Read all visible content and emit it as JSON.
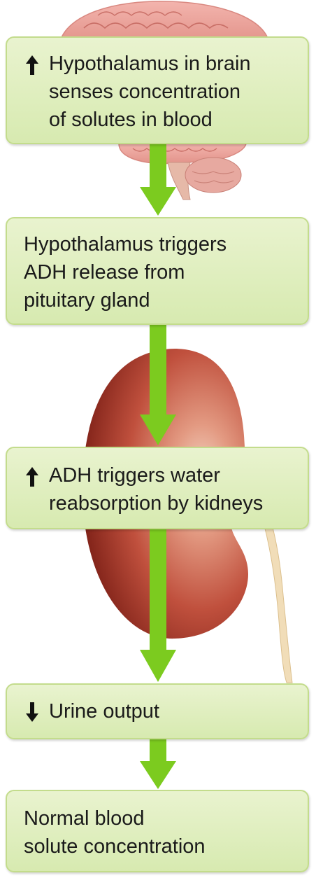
{
  "steps": [
    {
      "indicator": "increase",
      "lines": [
        "Hypothalamus in brain",
        "senses concentration",
        "of solutes in blood"
      ]
    },
    {
      "indicator": "none",
      "lines": [
        "Hypothalamus triggers",
        "ADH release from",
        "pituitary gland"
      ]
    },
    {
      "indicator": "increase",
      "lines": [
        "ADH triggers water",
        "reabsorption by kidneys"
      ]
    },
    {
      "indicator": "decrease",
      "lines": [
        "Urine output"
      ]
    },
    {
      "indicator": "none",
      "lines": [
        "Normal blood",
        "solute concentration"
      ]
    }
  ],
  "illustrations": [
    "brain",
    "kidney"
  ],
  "colors": {
    "box_fill": "#dcecbb",
    "box_border": "#c3dc8c",
    "arrow": "#7ccb1f",
    "text": "#1a1a1a"
  }
}
